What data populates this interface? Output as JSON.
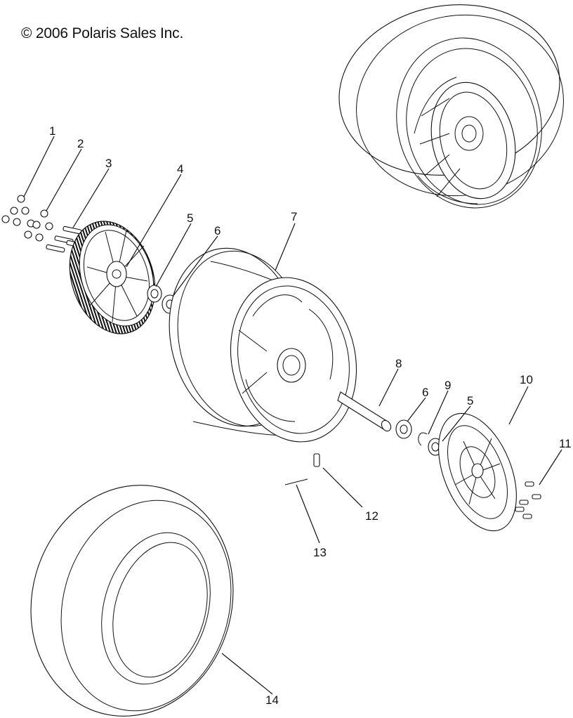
{
  "copyright": "© 2006 Polaris Sales Inc.",
  "callouts": [
    {
      "id": "c1",
      "label": "1"
    },
    {
      "id": "c2",
      "label": "2"
    },
    {
      "id": "c3",
      "label": "3"
    },
    {
      "id": "c4",
      "label": "4"
    },
    {
      "id": "c5a",
      "label": "5"
    },
    {
      "id": "c6a",
      "label": "6"
    },
    {
      "id": "c7",
      "label": "7"
    },
    {
      "id": "c8",
      "label": "8"
    },
    {
      "id": "c6b",
      "label": "6"
    },
    {
      "id": "c9",
      "label": "9"
    },
    {
      "id": "c5b",
      "label": "5"
    },
    {
      "id": "c10",
      "label": "10"
    },
    {
      "id": "c11",
      "label": "11"
    },
    {
      "id": "c12",
      "label": "12"
    },
    {
      "id": "c13",
      "label": "13"
    },
    {
      "id": "c14",
      "label": "14"
    }
  ]
}
